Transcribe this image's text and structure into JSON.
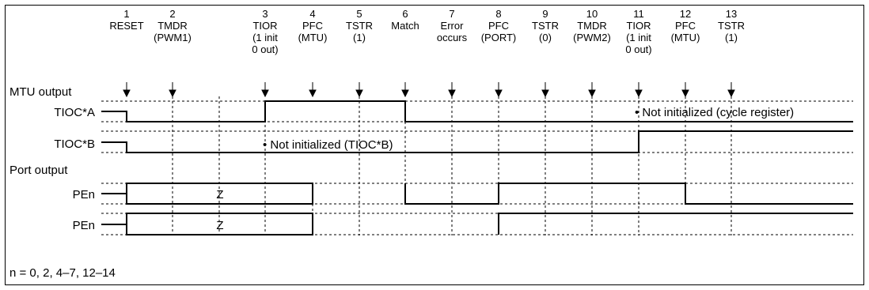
{
  "steps": [
    {
      "num": "1",
      "lines": [
        "RESET"
      ]
    },
    {
      "num": "2",
      "lines": [
        "TMDR",
        "(PWM1)"
      ]
    },
    {
      "num": "3",
      "lines": [
        "TIOR",
        "(1 init",
        "0 out)"
      ]
    },
    {
      "num": "4",
      "lines": [
        "PFC",
        "(MTU)"
      ]
    },
    {
      "num": "5",
      "lines": [
        "TSTR",
        "(1)"
      ]
    },
    {
      "num": "6",
      "lines": [
        "Match"
      ]
    },
    {
      "num": "7",
      "lines": [
        "Error",
        "occurs"
      ]
    },
    {
      "num": "8",
      "lines": [
        "PFC",
        "(PORT)"
      ]
    },
    {
      "num": "9",
      "lines": [
        "TSTR",
        "(0)"
      ]
    },
    {
      "num": "10",
      "lines": [
        "TMDR",
        "(PWM2)"
      ]
    },
    {
      "num": "11",
      "lines": [
        "TIOR",
        "(1 init",
        "0 out)"
      ]
    },
    {
      "num": "12",
      "lines": [
        "PFC",
        "(MTU)"
      ]
    },
    {
      "num": "13",
      "lines": [
        "TSTR",
        "(1)"
      ]
    }
  ],
  "sections": {
    "mtu_output": "MTU output",
    "port_output": "Port output"
  },
  "signals": {
    "tioc_a": "TIOC*A",
    "tioc_b": "TIOC*B",
    "pen_1": "PEn",
    "pen_2": "PEn"
  },
  "labels": {
    "hiz_1": "Z",
    "hiz_2": "Z",
    "note_cycle": "• Not initialized (cycle register)",
    "note_tiocb": "• Not initialized (TIOC*B)",
    "footnote": "n = 0, 2, 4–7, 12–14"
  }
}
